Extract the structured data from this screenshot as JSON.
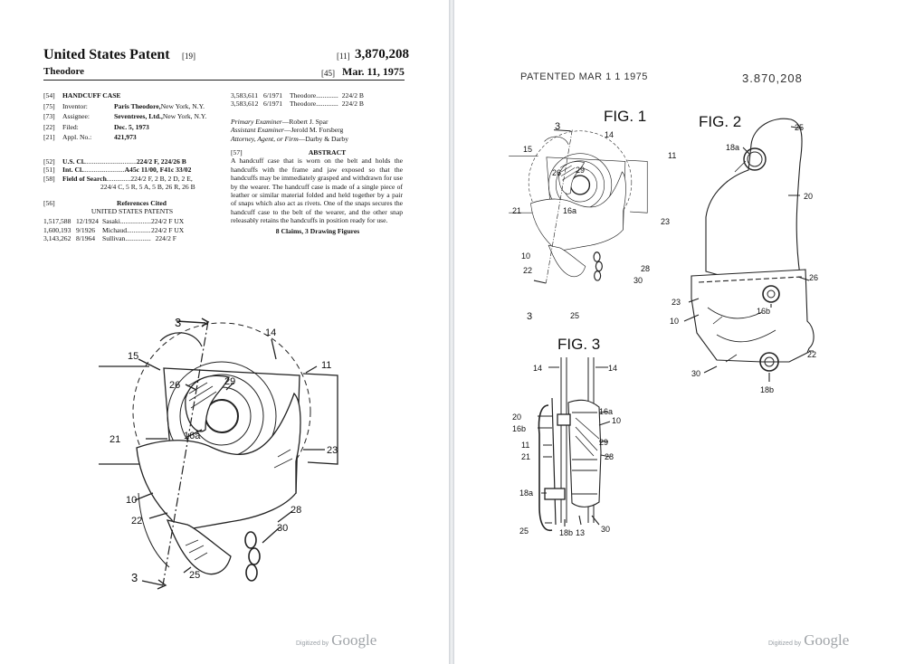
{
  "patent": {
    "title": "United States Patent",
    "title_code": "[19]",
    "number_code": "[11]",
    "number": "3,870,208",
    "inventor_surname": "Theodore",
    "date_code": "[45]",
    "date": "Mar. 11, 1975"
  },
  "biblio": [
    {
      "code": "[54]",
      "label": "HANDCUFF CASE",
      "value": ""
    },
    {
      "code": "[75]",
      "label": "Inventor:",
      "value_bold": "Paris Theodore,",
      "value": " New York, N.Y."
    },
    {
      "code": "[73]",
      "label": "Assignee:",
      "value_bold": "Seventrees, Ltd.,",
      "value": " New York, N.Y."
    },
    {
      "code": "[22]",
      "label": "Filed:",
      "value_bold": "Dec. 5, 1973",
      "value": ""
    },
    {
      "code": "[21]",
      "label": "Appl. No.:",
      "value_bold": "421,973",
      "value": ""
    }
  ],
  "classification": [
    {
      "code": "[52]",
      "label": "U.S. Cl.",
      "dots": "..............................",
      "value": "224/2 F, 224/26 B"
    },
    {
      "code": "[51]",
      "label": "Int. Cl.",
      "dots": "........................",
      "value": "A45c 11/00, F41c 33/02"
    },
    {
      "code": "[58]",
      "label": "Field of Search",
      "dots": "..............",
      "value": "224/2 F, 2 B, 2 D, 2 E,"
    }
  ],
  "classification_cont": "224/4 C, 5 R, 5 A, 5 B, 26 R, 26 B",
  "references": {
    "code": "[56]",
    "heading": "References Cited",
    "subheading": "UNITED STATES PATENTS",
    "left_rows": [
      {
        "no": "1,517,588",
        "date": "12/1924",
        "name": "Sasaki",
        "dots": "......................",
        "cl": "224/2 F UX"
      },
      {
        "no": "1,600,193",
        "date": "9/1926",
        "name": "Michaud",
        "dots": "......................",
        "cl": "224/2 F UX"
      },
      {
        "no": "3,143,262",
        "date": "8/1964",
        "name": "Sullivan",
        "dots": "......................",
        "cl": "224/2 F"
      }
    ],
    "right_rows": [
      {
        "no": "3,583,611",
        "date": "6/1971",
        "name": "Theodore",
        "dots": "......................",
        "cl": "224/2 B"
      },
      {
        "no": "3,583,612",
        "date": "6/1971",
        "name": "Theodore",
        "dots": "......................",
        "cl": "224/2 B"
      }
    ]
  },
  "examiners": {
    "primary_label": "Primary Examiner",
    "primary": "—Robert J. Spar",
    "assistant_label": "Assistant Examiner",
    "assistant": "—Jerold M. Forsberg",
    "attorney_label": "Attorney, Agent, or Firm",
    "attorney": "—Darby & Darby"
  },
  "abstract": {
    "code": "[57]",
    "heading": "ABSTRACT",
    "text": "A handcuff case that is worn on the belt and holds the handcuffs with the frame and jaw exposed so that the handcuffs may be immediately grasped and withdrawn for use by the wearer. The handcuff case is made of a single piece of leather or similar material folded and held together by a pair of snaps which also act as rivets. One of the snaps secures the handcuff case to the belt of the wearer, and the other snap releasably retains the handcuffs in position ready for use.",
    "claims": "8 Claims, 3 Drawing Figures"
  },
  "front_figure": {
    "labels": {
      "section_top": "3",
      "section_bottom": "3",
      "l14": "14",
      "l15": "15",
      "l11": "11",
      "l26": "26",
      "l29": "29",
      "l21": "21",
      "l16a": "16a",
      "l23": "23",
      "l10": "10",
      "l22": "22",
      "l28": "28",
      "l30": "30",
      "l25": "25"
    }
  },
  "sheet": {
    "patented_stamp": "PATENTED MAR 1 1 1975",
    "number_stamp": "3.870,208",
    "fig1": "FIG. 1",
    "fig2": "FIG. 2",
    "fig3": "FIG. 3",
    "fig1_labels": {
      "s3a": "3",
      "s3b": "3",
      "l14": "14",
      "l15": "15",
      "l11": "11",
      "l26": "26",
      "l29": "29",
      "l21": "21",
      "l16a": "16a",
      "l23": "23",
      "l10": "10",
      "l22": "22",
      "l28": "28",
      "l30": "30",
      "l25": "25"
    },
    "fig2_labels": {
      "l18a": "18a",
      "l25": "25",
      "l20": "20",
      "l26": "26",
      "l23": "23",
      "l16b": "16b",
      "l10": "10",
      "l22": "22",
      "l30": "30",
      "l18b": "18b"
    },
    "fig3_labels": {
      "l14a": "14",
      "l14b": "14",
      "l20": "20",
      "l16b": "16b",
      "l16a": "16a",
      "l10": "10",
      "l11": "11",
      "l29": "29",
      "l21": "21",
      "l28": "28",
      "l18a": "18a",
      "l25": "25",
      "l18b": "18b",
      "l13": "13",
      "l30": "30"
    }
  },
  "watermark": {
    "prefix": "Digitized by",
    "brand": "Google"
  }
}
